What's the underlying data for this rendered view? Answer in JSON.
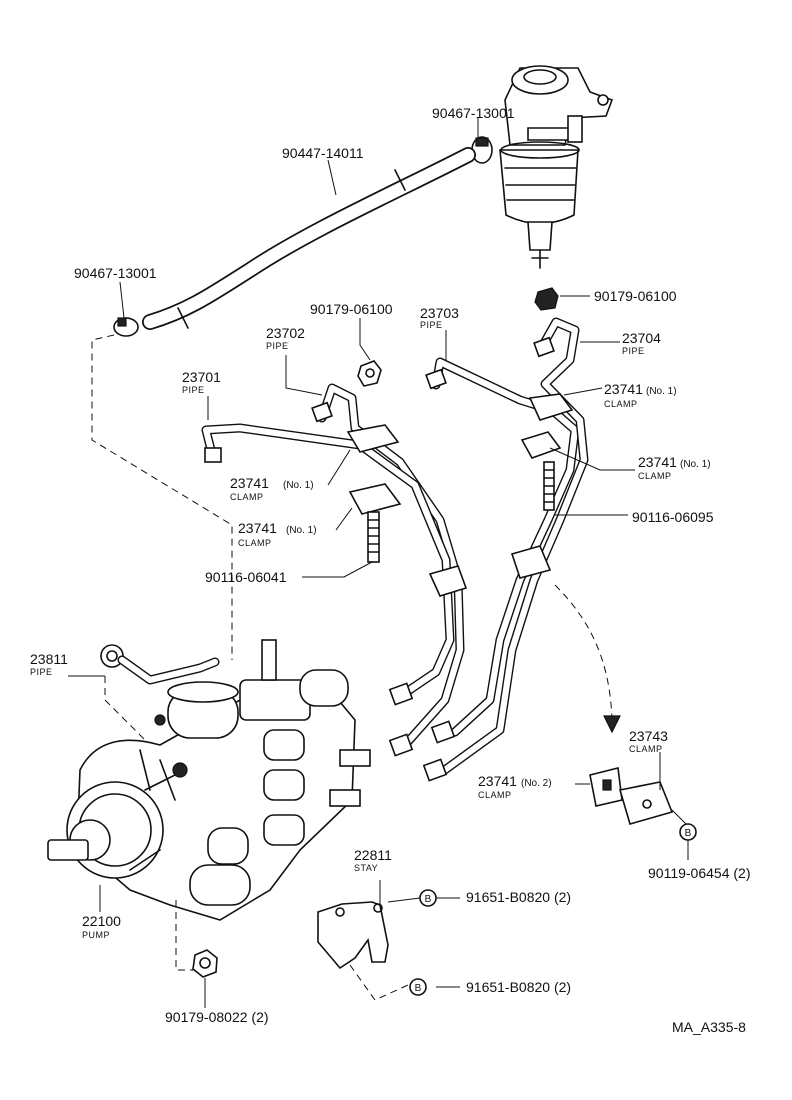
{
  "watermark": "MA_A335-8",
  "callouts": {
    "filter_clip": "90467-13001",
    "hose": "90447-14011",
    "hose_clip": "90467-13001",
    "nut_top_right": "90179-06100",
    "nut_center": "90179-06100",
    "pipe_23703": {
      "number": "23703",
      "name": "PIPE"
    },
    "pipe_23702": {
      "number": "23702",
      "name": "PIPE"
    },
    "pipe_23704": {
      "number": "23704",
      "name": "PIPE"
    },
    "pipe_23701": {
      "number": "23701",
      "name": "PIPE"
    },
    "clamp_right_1": {
      "number": "23741",
      "note": "(No. 1)",
      "name": "CLAMP"
    },
    "clamp_right_2": {
      "number": "23741",
      "note": "(No. 1)",
      "name": "CLAMP"
    },
    "clamp_left_1": {
      "number": "23741",
      "note": "(No. 1)",
      "name": "CLAMP"
    },
    "clamp_left_2": {
      "number": "23741",
      "note": "(No. 1)",
      "name": "CLAMP"
    },
    "stud_right": "90116-06095",
    "stud_left": "90116-06041",
    "pipe_23811": {
      "number": "23811",
      "name": "PIPE"
    },
    "clamp_23743": {
      "number": "23743",
      "name": "CLAMP"
    },
    "clamp_no2": {
      "number": "23741",
      "note": "(No. 2)",
      "name": "CLAMP"
    },
    "screw_clamp": "90119-06454 (2)",
    "stay_22811": {
      "number": "22811",
      "name": "STAY"
    },
    "bolt_upper": "91651-B0820 (2)",
    "bolt_lower": "91651-B0820 (2)",
    "pump_22100": {
      "number": "22100",
      "name": "PUMP"
    },
    "nut_pump": "90179-08022 (2)"
  },
  "bolt_marker": "B"
}
